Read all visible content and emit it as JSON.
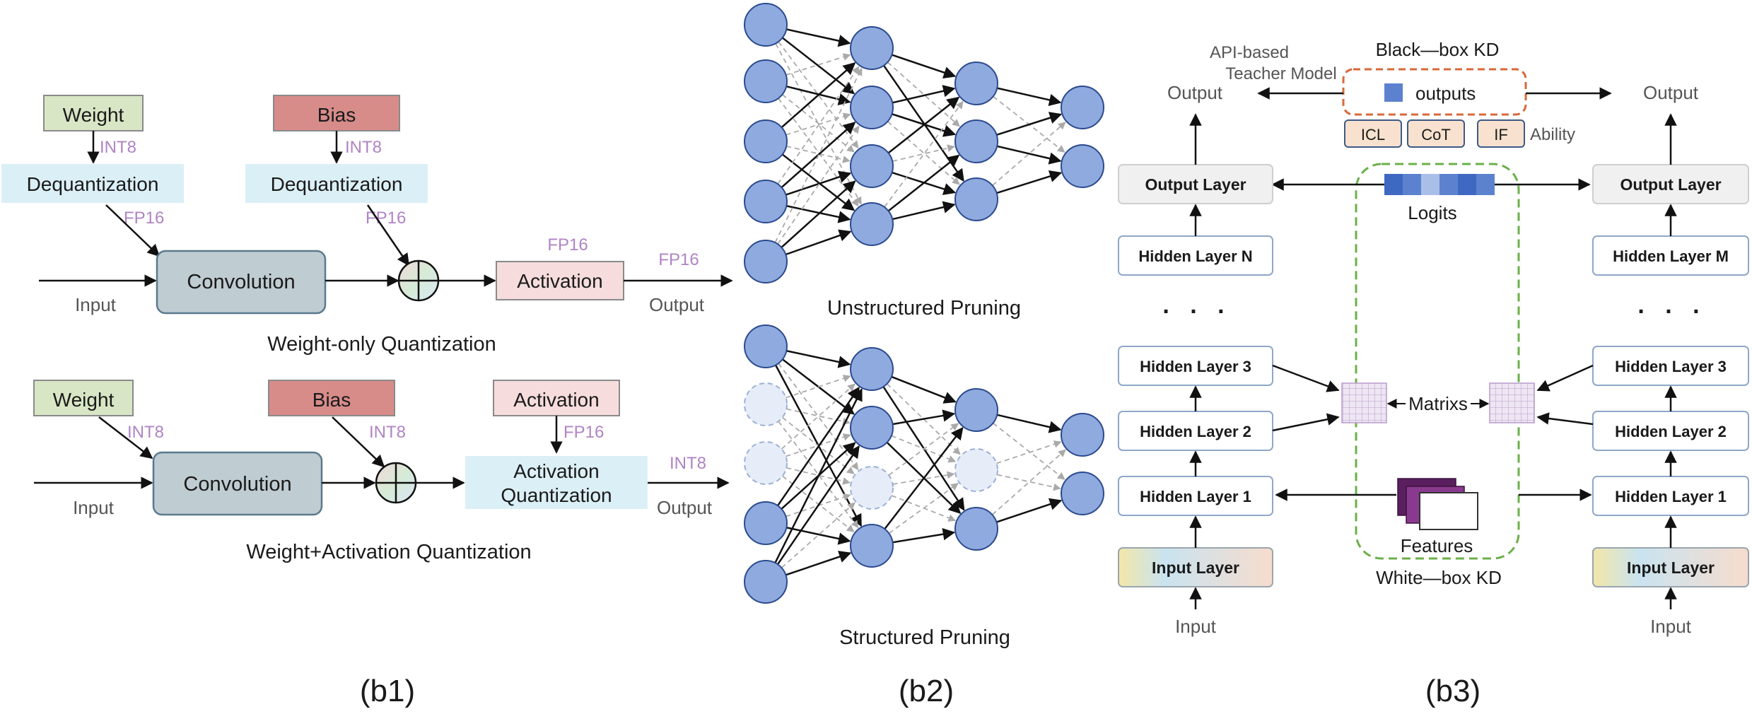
{
  "b1": {
    "wo": {
      "weight": "Weight",
      "weight_dtype": "INT8",
      "weight_dequant": "Dequantization",
      "weight_out_dtype": "FP16",
      "bias": "Bias",
      "bias_dtype": "INT8",
      "bias_dequant": "Dequantization",
      "bias_out_dtype": "FP16",
      "input": "Input",
      "conv": "Convolution",
      "act_in_dtype": "FP16",
      "activation": "Activation",
      "out_dtype": "FP16",
      "output": "Output",
      "caption": "Weight-only Quantization"
    },
    "wa": {
      "weight": "Weight",
      "weight_dtype": "INT8",
      "bias": "Bias",
      "bias_dtype": "INT8",
      "input": "Input",
      "conv": "Convolution",
      "activation": "Activation",
      "act_dtype": "FP16",
      "act_quant_1": "Activation",
      "act_quant_2": "Quantization",
      "out_dtype": "INT8",
      "output": "Output",
      "caption": "Weight+Activation Quantization"
    },
    "panel": "(b1)"
  },
  "b2": {
    "unstructured": "Unstructured Pruning",
    "structured": "Structured Pruning",
    "panel": "(b2)"
  },
  "b3": {
    "api_1": "API-based",
    "api_2": "Teacher Model",
    "blackbox": "Black—box  KD",
    "outputs": "outputs",
    "output_left": "Output",
    "output_right": "Output",
    "abilities": [
      "ICL",
      "CoT",
      "IF"
    ],
    "ability": "Ability",
    "output_layer": "Output Layer",
    "logits": "Logits",
    "hidden_n": "Hidden Layer N",
    "hidden_m": "Hidden Layer M",
    "dots": ". . .",
    "hidden_3": "Hidden Layer 3",
    "hidden_2": "Hidden Layer 2",
    "hidden_1": "Hidden Layer 1",
    "matrixs": "Matrixs",
    "features": "Features",
    "whitebox": "White—box  KD",
    "input_layer": "Input Layer",
    "input": "Input",
    "panel": "(b3)"
  },
  "colors": {
    "weight_fill": "#d9e6c5",
    "bias_fill": "#d78c8a",
    "dequant_fill": "#dbeff6",
    "activation_fill": "#f6dcdc",
    "conv_fill": "#bfccd2",
    "dtype_text": "#b084c4",
    "neuron_fill": "#8eaadf",
    "neuron_stroke": "#2b4a8e",
    "layer_stroke": "#8fa7c8",
    "blackbox_stroke": "#d8693a",
    "whitebox_stroke": "#6bb04a"
  }
}
